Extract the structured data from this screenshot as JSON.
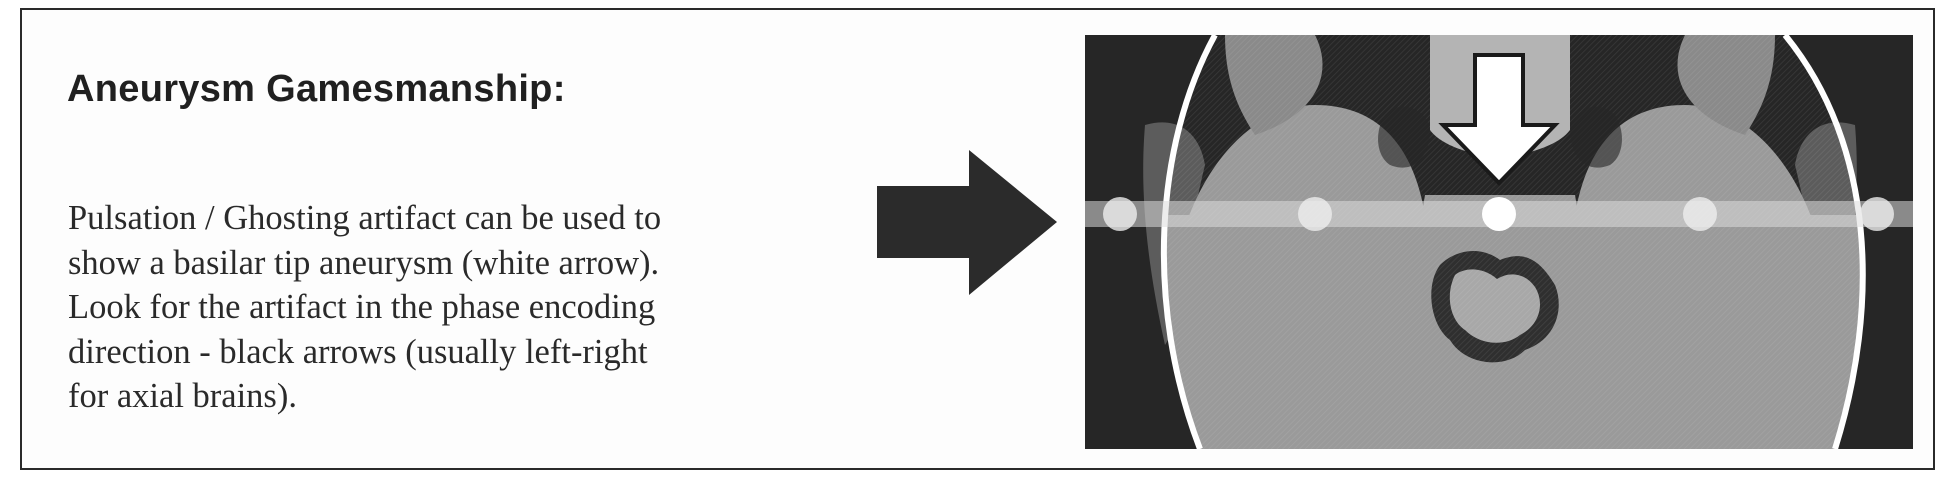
{
  "panel": {
    "title": "Aneurysm Gamesmanship:",
    "description_lines": [
      "Pulsation / Ghosting artifact can be used to",
      "show a basilar tip aneurysm (white arrow).",
      "Look for the artifact in the phase encoding",
      "direction - black arrows (usually left-right",
      "for axial brains)."
    ]
  },
  "figure": {
    "icons": [
      "pointer-arrow-icon",
      "white-arrow-icon"
    ],
    "colors": {
      "background": "#262626",
      "tissue": "#9a9a9a",
      "bright_tissue": "#b4b4b4",
      "dark_tissue": "#5c5c5c",
      "ghost_band": "#dcdcdc",
      "aneurysm": "#ffffff",
      "arrow_fill": "#2b2b2b"
    }
  }
}
